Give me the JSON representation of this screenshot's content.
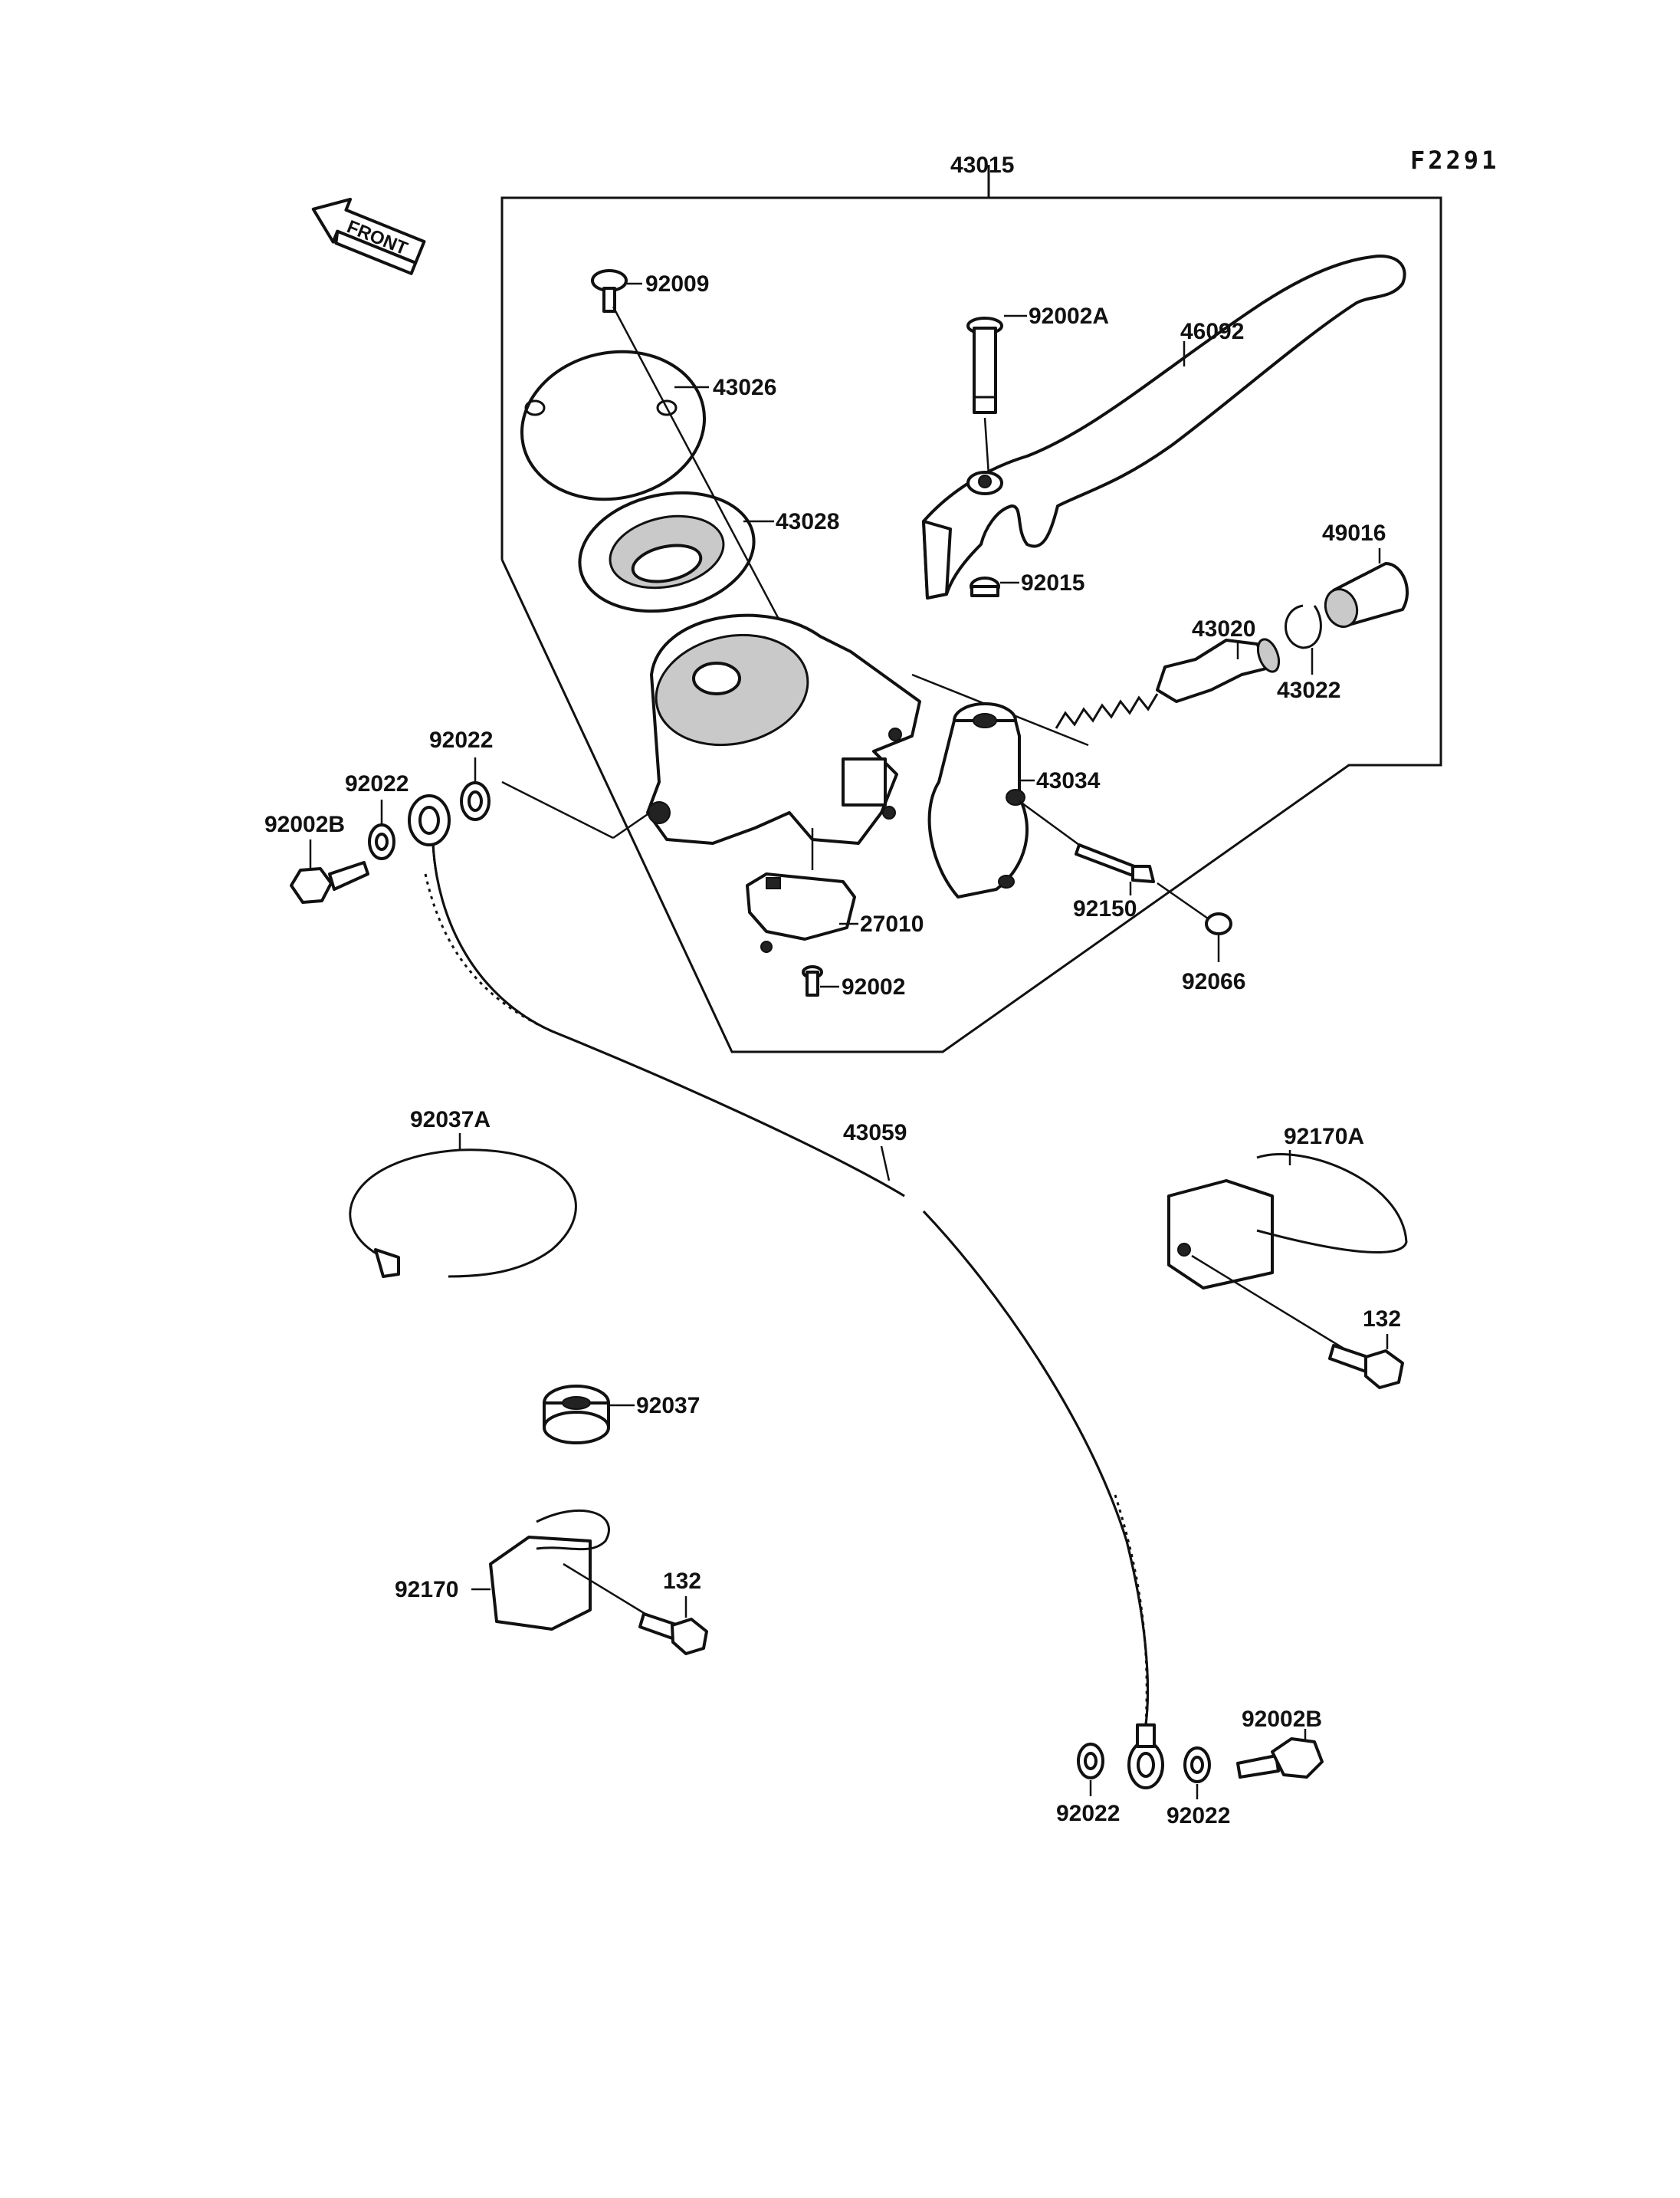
{
  "figure_code": "F2291",
  "front_label": "FRONT",
  "labels": {
    "p43015": "43015",
    "p92009": "92009",
    "p43026": "43026",
    "p43028": "43028",
    "p92002A": "92002A",
    "p46092": "46092",
    "p92015": "92015",
    "p49016": "49016",
    "p43020": "43020",
    "p43022": "43022",
    "p43034": "43034",
    "p92150": "92150",
    "p92066": "92066",
    "p27010": "27010",
    "p92002": "92002",
    "p92022_a": "92022",
    "p92022_b": "92022",
    "p92002B_top": "92002B",
    "p92037A": "92037A",
    "p43059": "43059",
    "p92170A": "92170A",
    "p132_right": "132",
    "p92037": "92037",
    "p92170": "92170",
    "p132_left": "132",
    "p92002B_bottom": "92002B",
    "p92022_c": "92022",
    "p92022_d": "92022"
  }
}
